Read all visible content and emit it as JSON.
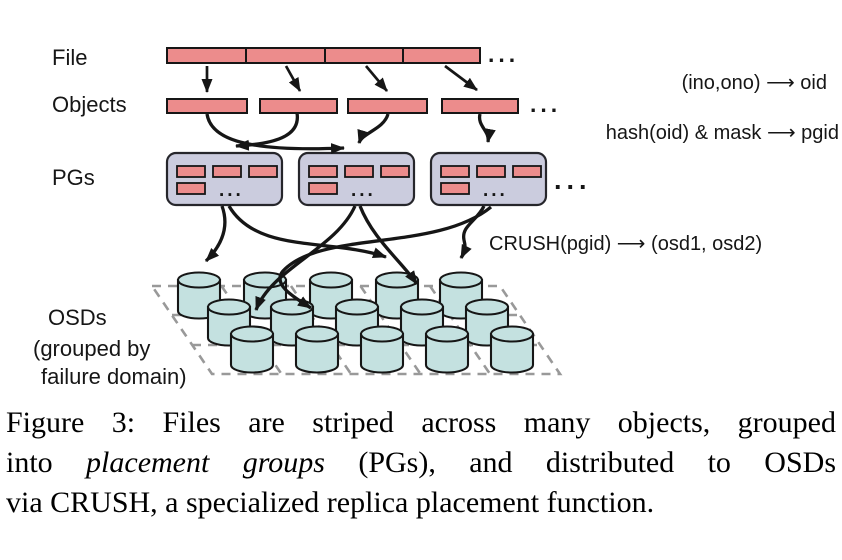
{
  "figure": {
    "row_labels": {
      "file": "File",
      "objects": "Objects",
      "pgs": "PGs"
    },
    "osd_label": {
      "line1": "OSDs",
      "line2": "(grouped by",
      "line3": "failure domain)"
    },
    "mappings": {
      "ino_ono": "(ino,ono) ⟶ oid",
      "hash_mask": "hash(oid) & mask ⟶ pgid",
      "crush": "CRUSH(pgid) ⟶ (osd1, osd2)"
    },
    "ellipsis": "...",
    "counts": {
      "file_segments": 4,
      "object_bars": 4,
      "pg_boxes": 3,
      "osd_cylinders": 15
    },
    "colors": {
      "stripe_fill": "#EC8C8C",
      "pg_box_fill": "#CBCCDE",
      "osd_fill": "#C4E1E0",
      "grid_line": "#999999",
      "ink": "#161616"
    }
  },
  "caption": {
    "line1": "Figure 3: Files are striped across many objects, grouped",
    "line2_pre": "into ",
    "line2_italic": "placement groups",
    "line2_post": " (PGs), and distributed to OSDs",
    "line3": "via CRUSH, a specialized replica placement function."
  }
}
